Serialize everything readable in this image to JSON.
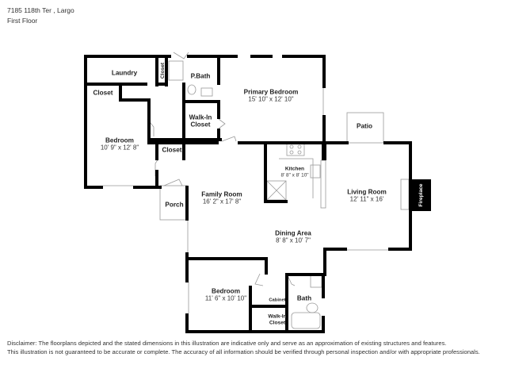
{
  "header": {
    "address": "7185 118th Ter , Largo",
    "floor": "First Floor"
  },
  "rooms": [
    {
      "name": "Laundry",
      "dims": ""
    },
    {
      "name": "Closet",
      "dims": ""
    },
    {
      "name": "P.Bath",
      "dims": ""
    },
    {
      "name": "Closet",
      "dims": ""
    },
    {
      "name": "Primary Bedroom",
      "dims": "15' 10\" x 12' 10\""
    },
    {
      "name": "Walk-In Closet",
      "dims": ""
    },
    {
      "name": "Bedroom",
      "dims": "10' 9\" x 12' 8\""
    },
    {
      "name": "Closet",
      "dims": ""
    },
    {
      "name": "Patio",
      "dims": ""
    },
    {
      "name": "Kitchen",
      "dims": "8' 8\" x 8' 10\""
    },
    {
      "name": "Family Room",
      "dims": "16' 2\" x 17' 8\""
    },
    {
      "name": "Living Room",
      "dims": "12' 11\" x 16'"
    },
    {
      "name": "Fireplace",
      "dims": ""
    },
    {
      "name": "Porch",
      "dims": ""
    },
    {
      "name": "Dining Area",
      "dims": "8' 8\" x 10' 7\""
    },
    {
      "name": "Bedroom",
      "dims": "11' 6\" x 10' 10\""
    },
    {
      "name": "Cabinet",
      "dims": ""
    },
    {
      "name": "Bath",
      "dims": ""
    },
    {
      "name": "Walk-In Closet",
      "dims": ""
    }
  ],
  "disclaimer": {
    "line1": "Disclaimer: The floorplans depicted and the stated dimensions in this illustration are indicative only and serve as an approximation of existing structures and features.",
    "line2": "This illustration is not guaranteed to be accurate or complete. The accuracy of all information should be verified through personal inspection and/or with appropriate professionals."
  },
  "colors": {
    "wall": "#000000",
    "fixture": "#999999",
    "text": "#222222"
  }
}
